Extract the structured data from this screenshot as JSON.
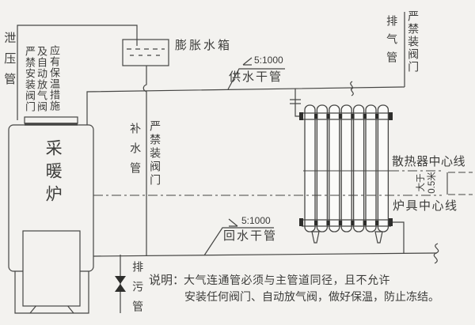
{
  "diagram": {
    "title_implicit": "土暖气采暖系统安装示意图",
    "labels": {
      "relief_pipe": "泄压管",
      "furnace_note_col1": "严禁安装阀门",
      "furnace_note_col2": "及自动放气阀",
      "furnace_note_col3": "应有保温措施",
      "expansion_tank": "膨胀水箱",
      "supply_slope": "5:1000",
      "supply_main": "供水干管",
      "vent_pipe": "排气管",
      "vent_note": "严禁装阀门",
      "makeup_pipe": "补水管",
      "makeup_note": "严禁装阀门",
      "furnace": "采暖炉",
      "radiator_centerline": "散热器中心线",
      "dim_line1": "大于",
      "dim_line2": "0.5米",
      "furnace_centerline": "炉具中心线",
      "return_slope": "5:1000",
      "return_main": "回水干管",
      "drain_pipe": "排污管",
      "note_title": "说明：",
      "note_line1": "大气连通管必须与主管道同径，且不允许",
      "note_line2": "安装任何阀门、自动放气阀，做好保温，防止冻结。"
    },
    "colors": {
      "background": "#f3f2ef",
      "line": "#454543",
      "text": "#3c3c3a",
      "fill_dark": "#2e2e2c"
    }
  }
}
